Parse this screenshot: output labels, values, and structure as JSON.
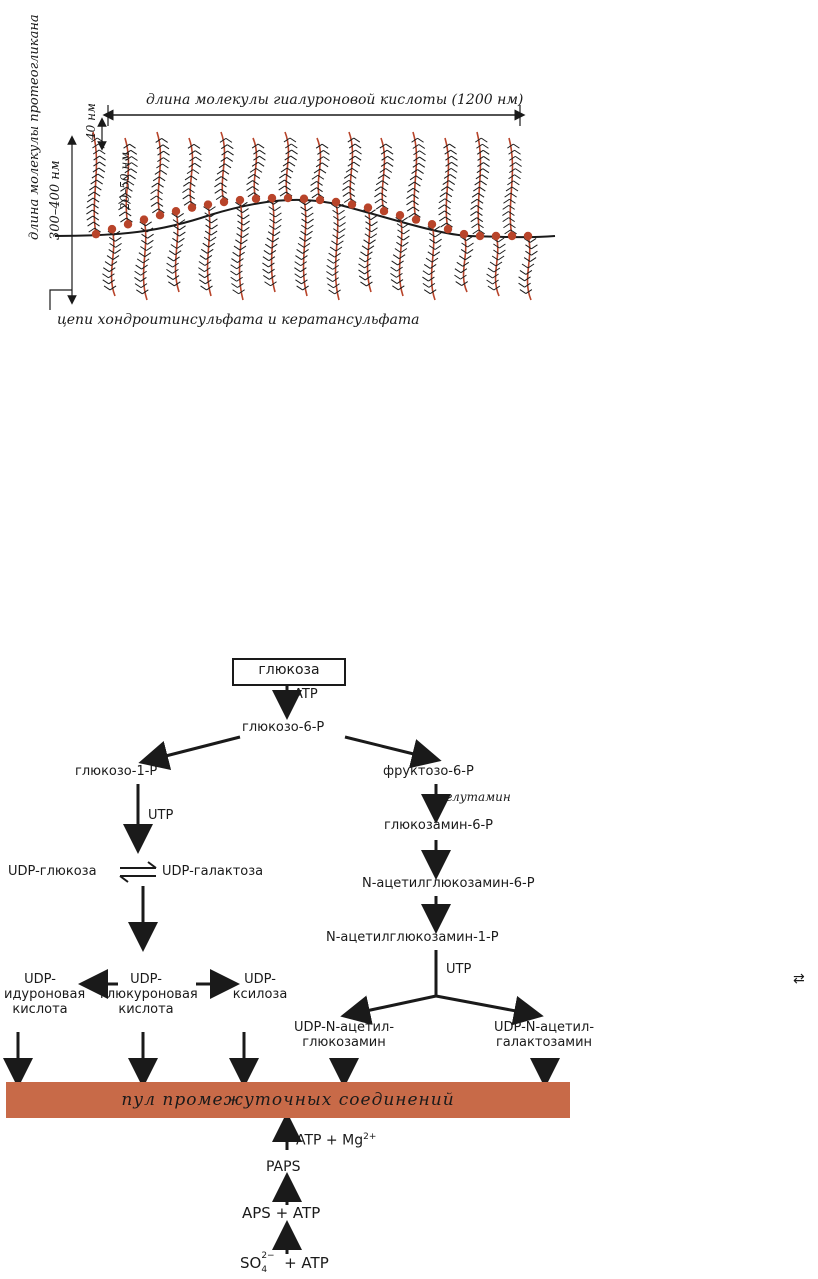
{
  "figure1": {
    "vertical_label": "длина молекулы протеогликана",
    "dim_40": "40 нм",
    "dim_300_400": "300–400 нм",
    "dim_20_50": "20–50 нм",
    "hyaluronic_length": "длина молекулы гиалуроновой кислоты (1200 нм)",
    "chains_label": "цепи хондроитинсульфата и кератансульфата"
  },
  "figure2": {
    "glucose": "глюкоза",
    "atp1": "ATP",
    "g6p": "глюкозо-6-P",
    "g1p": "глюкозо-1-P",
    "f6p": "фруктозо-6-P",
    "utp1": "UTP",
    "glutamine": "глутамин",
    "glucosamine6p": "глюкозамин-6-P",
    "udp_glucose": "UDP-глюкоза",
    "udp_galactose": "UDP-галактоза",
    "nacglc6p": "N-ацетилглюкозамин-6-P",
    "nacglc1p": "N-ацетилглюкозамин-1-P",
    "utp2": "UTP",
    "udp_iduronic_1": "UDP-",
    "udp_iduronic_2": "идуроновая",
    "udp_iduronic_3": "кислота",
    "udp_glucuronic_1": "UDP-",
    "udp_glucuronic_2": "глюкуроновая",
    "udp_glucuronic_3": "кислота",
    "udp_xylose_1": "UDP-",
    "udp_xylose_2": "ксилоза",
    "udp_nacglcn_1": "UDP-N-ацетил-",
    "udp_nacglcn_2": "глюкозамин",
    "udp_nacgaln_1": "UDP-N-ацетил-",
    "udp_nacgaln_2": "галактозамин",
    "pool": "пул промежуточных соединений",
    "atp_mg": "ATP + Mg",
    "atp_mg_sup": "2+",
    "paps": "PAPS",
    "aps_atp": "APS + ATP",
    "so4": "SO",
    "so4_sub": "4",
    "so4_sup": "2−",
    "so4_atp": " + ATP",
    "stray_symbol": "⇄"
  },
  "colors": {
    "accent_red": "#b8442a",
    "pool_fill": "#c86a48",
    "ink": "#1a1a1a"
  }
}
